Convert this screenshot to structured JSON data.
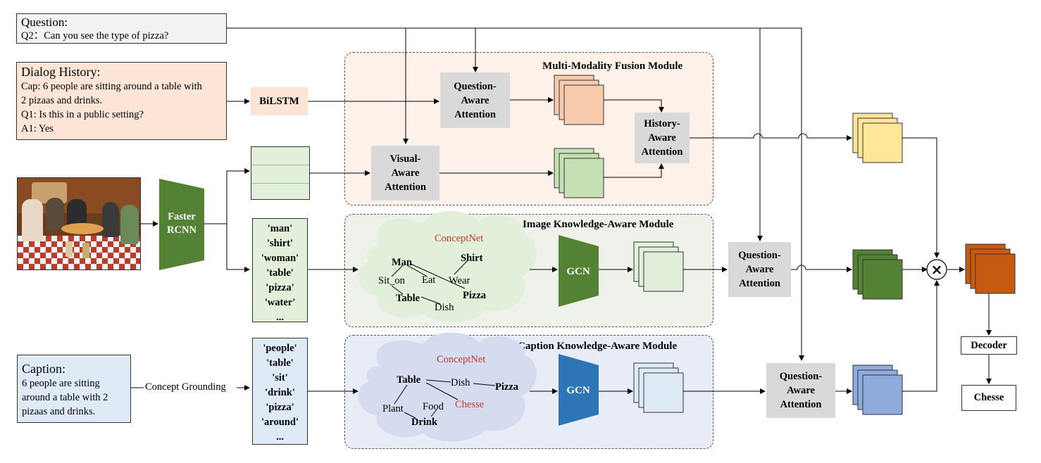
{
  "question": {
    "title": "Question:",
    "text": "Q2：Can you see the type of pizza?"
  },
  "dialog_history": {
    "title": "Dialog History:",
    "lines": [
      "Cap: 6 people are sitting around a table with",
      "2 pizaas and drinks.",
      "Q1: Is this in a public setting?",
      "A1: Yes"
    ]
  },
  "caption": {
    "title": "Caption:",
    "lines": [
      "6 people are sitting",
      "around a table with 2",
      "pizaas and drinks."
    ]
  },
  "photo": {
    "description_icon": "dinner-photo"
  },
  "bilstm": "BiLSTM",
  "faster_rcnn": [
    "Faster",
    "RCNN"
  ],
  "concept_grounding": "Concept Grounding",
  "fusion_module": {
    "title": "Multi-Modality Fusion Module",
    "question_aware": [
      "Question-",
      "Aware",
      "Attention"
    ],
    "visual_aware": [
      "Visual-",
      "Aware",
      "Attention"
    ],
    "history_aware": [
      "History-",
      "Aware",
      "Attention"
    ]
  },
  "image_module": {
    "title": "Image Knowledge-Aware Module",
    "conceptnet": "ConceptNet",
    "gcn": "GCN",
    "nodes": [
      "Man",
      "Shirt",
      "Sit_on",
      "Eat",
      "Wear",
      "Pizza",
      "Table",
      "Dish"
    ]
  },
  "caption_module": {
    "title": "Caption Knowledge-Aware Module",
    "conceptnet": "ConceptNet",
    "gcn": "GCN",
    "nodes": [
      "Table",
      "Dish",
      "Pizza",
      "Plant",
      "Food",
      "Chesse",
      "Drink"
    ]
  },
  "image_words": [
    "'man'",
    "'shirt'",
    "'woman'",
    "'table'",
    "'pizza'",
    "'water'",
    "..."
  ],
  "caption_words": [
    "'people'",
    "'table'",
    "'sit'",
    "'drink'",
    "'pizza'",
    "'around'",
    "..."
  ],
  "question_aware_image": [
    "Question-",
    "Aware",
    "Attention"
  ],
  "question_aware_caption": [
    "Question-",
    "Aware",
    "Attention"
  ],
  "decoder": "Decoder",
  "output": "Chesse",
  "fuse_symbol": "×",
  "colors": {
    "fusion_bg": "#fdf1ea",
    "image_bg": "#eef2ea",
    "caption_bg": "#e8ecf7",
    "history_bg": "#fce4d6",
    "caption_bg_box": "#deebf7",
    "list_green": "#e2efda",
    "orange_feat": "#f8cbad",
    "green_feat": "#c6e0b4",
    "yellow_feat": "#ffe699",
    "dark_green": "#548235",
    "blue_feat": "#8faadc",
    "rust": "#c55a11",
    "gcn_green": "#548235",
    "gcn_blue": "#2e75b6"
  }
}
